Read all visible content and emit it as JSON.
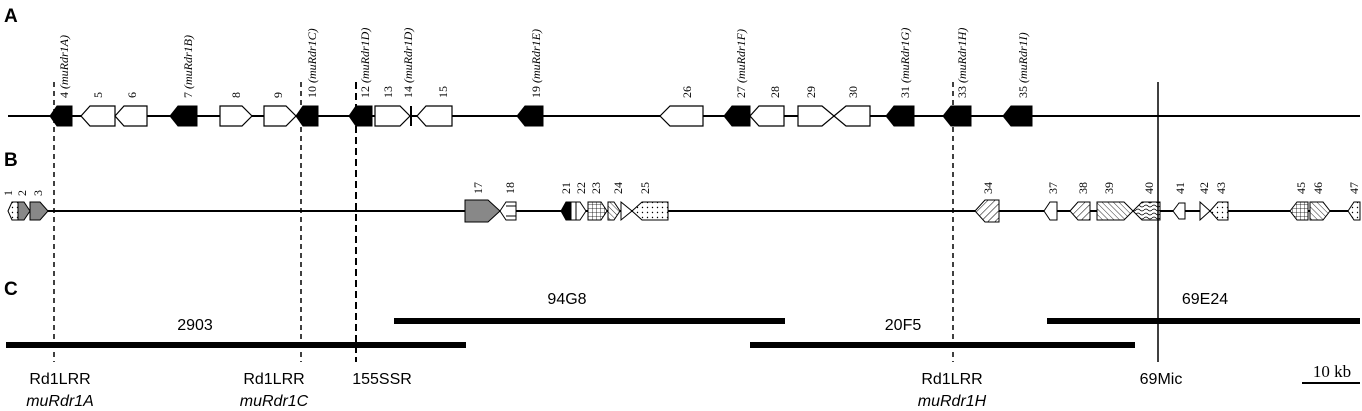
{
  "panels": {
    "a": "A",
    "b": "B",
    "c": "C"
  },
  "rowA": {
    "genes": [
      {
        "num": "4",
        "name": "(muRdr1A)"
      },
      {
        "num": "5",
        "name": ""
      },
      {
        "num": "6",
        "name": ""
      },
      {
        "num": "7",
        "name": "(muRdr1B)"
      },
      {
        "num": "8",
        "name": ""
      },
      {
        "num": "9",
        "name": ""
      },
      {
        "num": "10",
        "name": "(muRdr1C)"
      },
      {
        "num": "12",
        "name": "(muRdr1D)"
      },
      {
        "num": "13",
        "name": ""
      },
      {
        "num": "14",
        "name": "(muRdr1D)"
      },
      {
        "num": "15",
        "name": ""
      },
      {
        "num": "19",
        "name": "(muRdr1E)"
      },
      {
        "num": "26",
        "name": ""
      },
      {
        "num": "27",
        "name": "(muRdr1F)"
      },
      {
        "num": "28",
        "name": ""
      },
      {
        "num": "29",
        "name": ""
      },
      {
        "num": "30",
        "name": ""
      },
      {
        "num": "31",
        "name": "(muRdr1G)"
      },
      {
        "num": "33",
        "name": "(muRdr1H)"
      },
      {
        "num": "35",
        "name": "(muRdr1I)"
      }
    ]
  },
  "rowB": {
    "genes": [
      "1",
      "2",
      "3",
      "17",
      "18",
      "21",
      "22",
      "23",
      "24",
      "25",
      "34",
      "37",
      "38",
      "39",
      "40",
      "41",
      "42",
      "43",
      "45",
      "46",
      "47"
    ]
  },
  "clones": [
    {
      "label": "2903"
    },
    {
      "label": "94G8"
    },
    {
      "label": "20F5"
    },
    {
      "label": "69E24"
    }
  ],
  "markers": [
    {
      "line1": "Rd1LRR",
      "line2": "muRdr1A"
    },
    {
      "line1": "Rd1LRR",
      "line2": "muRdr1C"
    },
    {
      "line1": "155SSR",
      "line2": ""
    },
    {
      "line1": "Rd1LRR",
      "line2": "muRdr1H"
    },
    {
      "line1": "69Mic",
      "line2": ""
    }
  ],
  "scale_bar": "10 kb"
}
